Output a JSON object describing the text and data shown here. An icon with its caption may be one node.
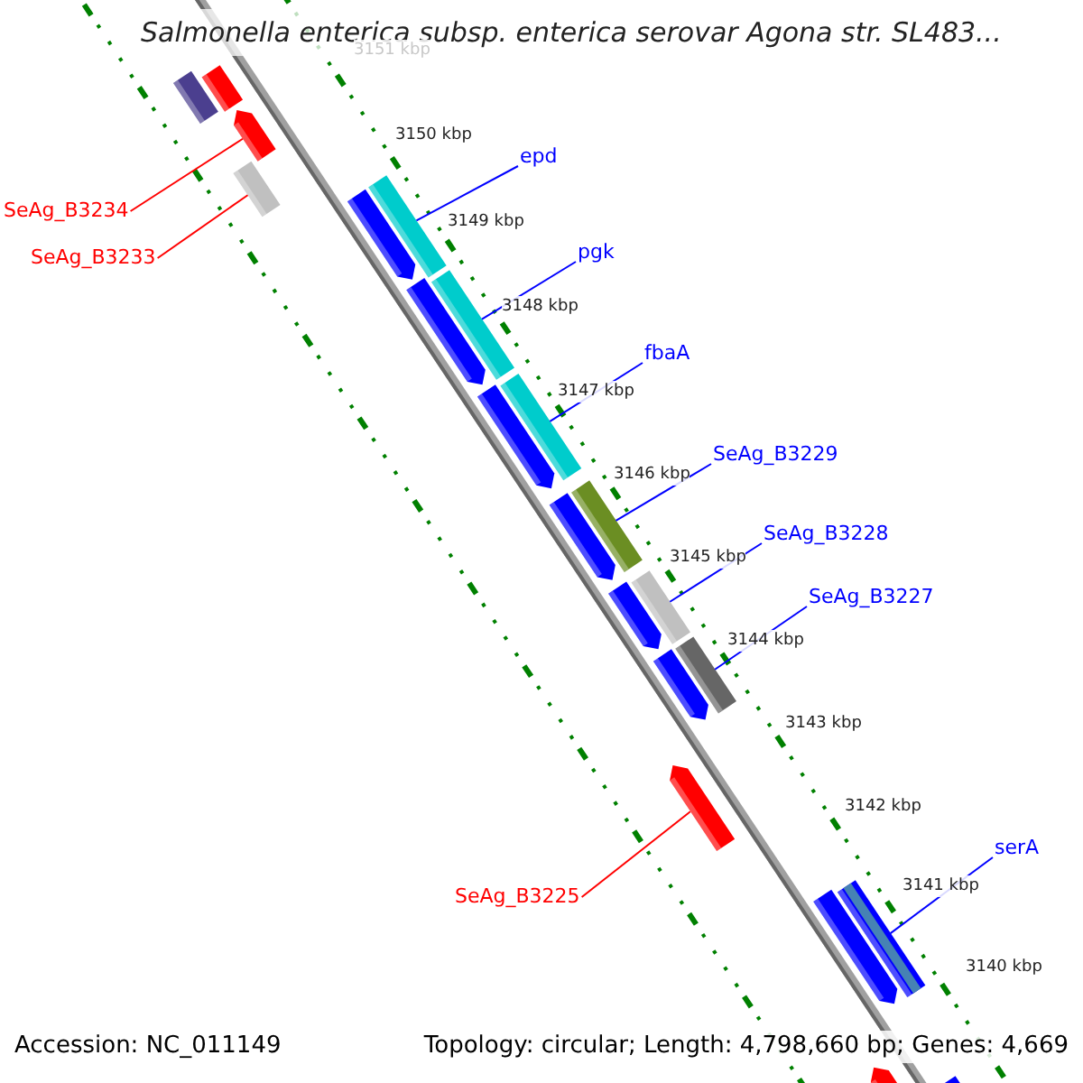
{
  "diagram": {
    "title": "Salmonella enterica subsp. enterica serovar Agona str. SL483...",
    "nodes": [
      {
        "text": [
          "SeAg_B3234"
        ]
      },
      {
        "text": [],
        "shape": "arrow"
      },
      {
        "text": [
          "SeAg_B3233"
        ]
      },
      {
        "text": [],
        "shape": "bar"
      },
      {
        "text": [
          "epd"
        ]
      },
      {
        "text": [],
        "shape": "bar"
      },
      {
        "text": [
          "pgk"
        ]
      },
      {
        "text": [],
        "shape": "bar"
      },
      {
        "text": [
          "fbaA"
        ]
      },
      {
        "text": [],
        "shape": "bar"
      },
      {
        "text": [
          "SeAg_B3229"
        ]
      },
      {
        "text": [],
        "shape": "bar"
      },
      {
        "text": [
          "SeAg_B3228"
        ]
      },
      {
        "text": [],
        "shape": "bar"
      },
      {
        "text": [
          "SeAg_B3227"
        ]
      },
      {
        "text": [],
        "shape": "bar"
      },
      {
        "text": [
          "serA"
        ]
      },
      {
        "text": [],
        "shape": "bar"
      },
      {
        "text": [
          "SeAg_B3225"
        ]
      },
      {
        "text": [],
        "shape": "arrow"
      },
      {
        "text": [],
        "shape": "bar"
      },
      {
        "text": [],
        "shape": "bar"
      },
      {
        "text": [],
        "shape": "arrow"
      },
      {
        "text": [],
        "shape": "arrow"
      },
      {
        "text": [],
        "shape": "arrow"
      },
      {
        "text": [],
        "shape": "arrow"
      },
      {
        "text": [],
        "shape": "arrow"
      },
      {
        "text": [],
        "shape": "arrow"
      },
      {
        "text": [],
        "shape": "arrow"
      },
      {
        "text": [],
        "shape": "arrow"
      },
      {
        "text": [],
        "shape": "arrow"
      }
    ],
    "edges": [
      {
        "from": 0,
        "to": 1,
        "arrow": "none",
        "color": "#ff0000"
      },
      {
        "from": 2,
        "to": 3,
        "arrow": "none",
        "color": "#ff0000"
      },
      {
        "from": 4,
        "to": 5,
        "arrow": "none"
      },
      {
        "from": 6,
        "to": 7,
        "arrow": "none"
      },
      {
        "from": 8,
        "to": 9,
        "arrow": "none"
      },
      {
        "from": 10,
        "to": 11,
        "arrow": "none"
      },
      {
        "from": 12,
        "to": 13,
        "arrow": "none"
      },
      {
        "from": 14,
        "to": 15,
        "arrow": "none"
      },
      {
        "from": 16,
        "to": 17,
        "arrow": "none"
      },
      {
        "from": 18,
        "to": 19,
        "arrow": "none",
        "color": "#ff0000"
      }
    ],
    "labels": [
      "3151 kbp",
      "3150 kbp",
      "3149 kbp",
      "3148 kbp",
      "3147 kbp",
      "3146 kbp",
      "3145 kbp",
      "3144 kbp",
      "3143 kbp",
      "3142 kbp",
      "3141 kbp",
      "3140 kbp",
      "Accession: NC_011149",
      "Topology: circular; Length: 4,798,660 bp; Genes: 4,669"
    ]
  }
}
